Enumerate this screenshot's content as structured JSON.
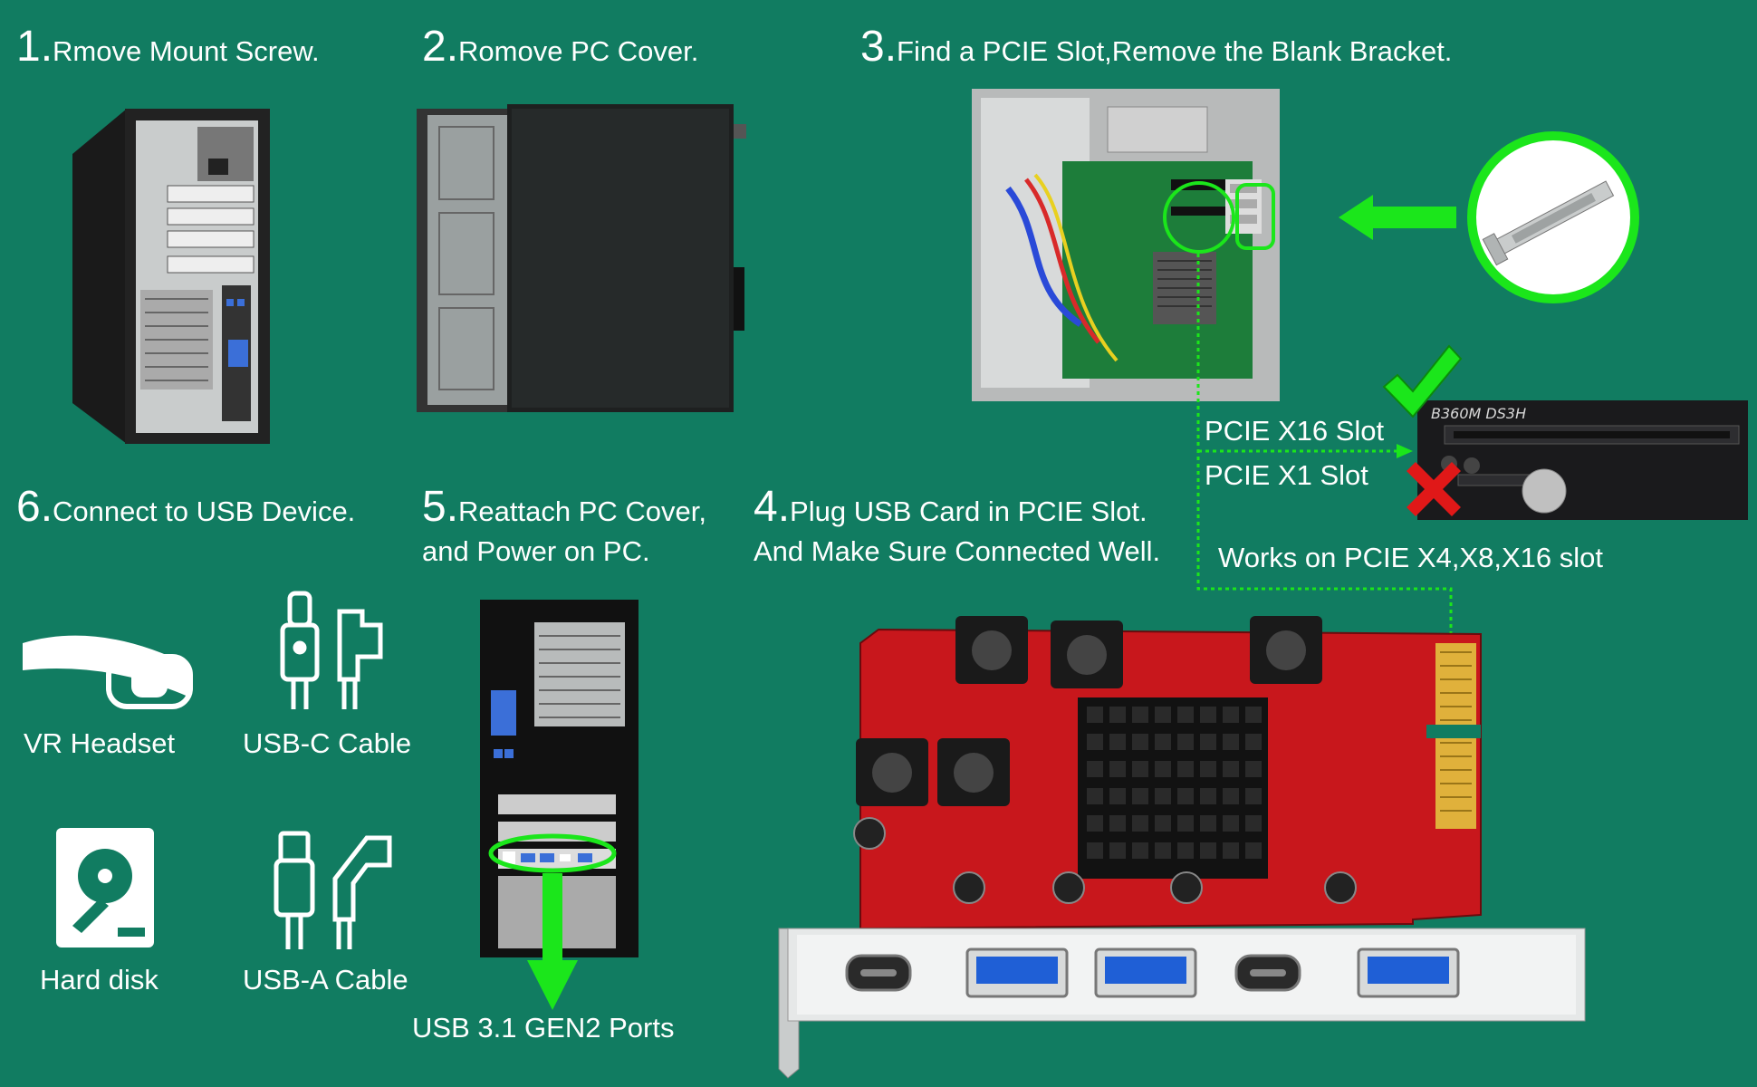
{
  "steps": {
    "s1": {
      "num": "1.",
      "text": "Rmove Mount Screw."
    },
    "s2": {
      "num": "2.",
      "text": "Romove PC Cover."
    },
    "s3": {
      "num": "3.",
      "text": "Find a PCIE Slot,Remove the Blank Bracket."
    },
    "s4": {
      "num": "4.",
      "line1": "Plug USB Card in PCIE Slot.",
      "line2": "And Make Sure Connected Well."
    },
    "s5": {
      "num": "5.",
      "line1": "Reattach PC Cover,",
      "line2": "and Power on PC."
    },
    "s6": {
      "num": "6.",
      "text": "Connect to USB Device."
    }
  },
  "slots": {
    "x16": "PCIE X16 Slot",
    "x1": "PCIE X1 Slot",
    "works_on": "Works on PCIE X4,X8,X16 slot",
    "board_model": "B360M DS3H",
    "x16_ok": true,
    "x1_ok": false
  },
  "devices": {
    "vr": "VR Headset",
    "usbc": "USB-C Cable",
    "hdd": "Hard disk",
    "usba": "USB-A Cable"
  },
  "ports_label": "USB 3.1 GEN2 Ports",
  "card": {
    "port_order": [
      "usb-c",
      "usb-a",
      "usb-a",
      "usb-c",
      "usb-a"
    ]
  },
  "colors": {
    "background": "#117c61",
    "highlight_green": "#1be61b",
    "card_red": "#c8171c",
    "usb_blue": "#1f5fd6"
  }
}
